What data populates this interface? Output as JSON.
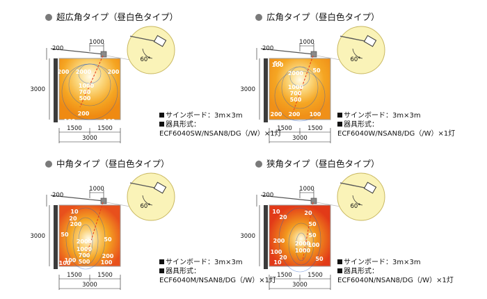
{
  "panels": [
    {
      "title": "超広角タイプ（昼白色タイプ）",
      "lux_labels": [
        "2000",
        "1000",
        "700",
        "500",
        "200",
        "200",
        "200",
        "100",
        "100"
      ],
      "dims": {
        "top": "1000",
        "side": "200",
        "height": "3000",
        "half_left": "1500",
        "half_right": "1500",
        "width": "3000"
      },
      "angle": "60°",
      "sign_board": "サインボード：3m×3m",
      "fixture_label": "器具形式：",
      "fixture_model": "ECF6040SW/NSAN8/DG（/W）×1灯",
      "variant": "superwide"
    },
    {
      "title": "広角タイプ（昼白色タイプ）",
      "lux_labels": [
        "2000",
        "1000",
        "700",
        "500",
        "200",
        "200",
        "100",
        "100",
        "50",
        "50",
        "100",
        "100"
      ],
      "dims": {
        "top": "1000",
        "side": "200",
        "height": "3000",
        "half_left": "1500",
        "half_right": "1500",
        "width": "3000"
      },
      "angle": "60°",
      "sign_board": "サインボード：3m×3m",
      "fixture_label": "器具形式：",
      "fixture_model": "ECF6040W/NSAN8/DG（/W）×1灯",
      "variant": "wide"
    },
    {
      "title": "中角タイプ（昼白色タイプ）",
      "lux_labels": [
        "10",
        "20",
        "50",
        "2000",
        "1000",
        "700",
        "500",
        "200",
        "100",
        "100",
        "50",
        "200",
        "100"
      ],
      "dims": {
        "top": "1000",
        "side": "200",
        "height": "3000",
        "half_left": "1500",
        "half_right": "1500",
        "width": "3000"
      },
      "angle": "60°",
      "sign_board": "サインボード：3m×3m",
      "fixture_label": "器具形式：",
      "fixture_model": "ECF6040M/NSAN8/DG（/W）×1灯",
      "variant": "medium"
    },
    {
      "title": "狭角タイプ（昼白色タイプ）",
      "lux_labels": [
        "10",
        "20",
        "20",
        "50",
        "200",
        "100",
        "2000",
        "1000",
        "50",
        "100",
        "50",
        "10",
        "20"
      ],
      "dims": {
        "top": "1000",
        "side": "200",
        "height": "3000",
        "half_left": "1500",
        "half_right": "1500",
        "width": "3000"
      },
      "angle": "60°",
      "sign_board": "サインボード：3m×3m",
      "fixture_label": "器具形式：",
      "fixture_model": "ECF6040N/NSAN8/DG（/W）×1灯",
      "variant": "narrow"
    }
  ],
  "colors": {
    "board_orange": "#f5a623",
    "board_red": "#e8401c",
    "isolux_blue": "#1a55c8",
    "bubble": "#faf3b8",
    "beam_red": "#e8401c",
    "title_dot": "#7a7a7a"
  }
}
